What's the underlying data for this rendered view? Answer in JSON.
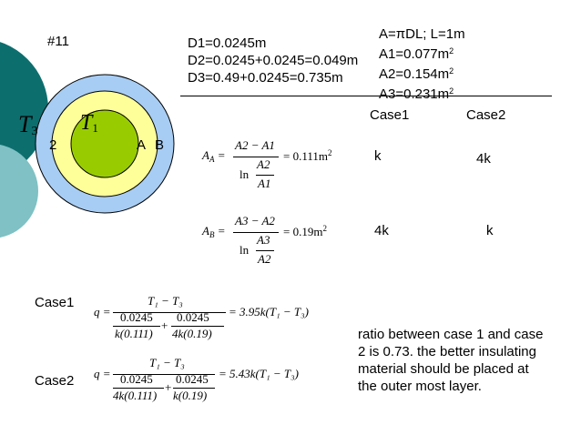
{
  "slide": {
    "number": "#11",
    "diameters": [
      "D1=0.0245m",
      "D2=0.0245+0.0245=0.049m",
      "D3=0.49+0.0245=0.735m"
    ],
    "area_formula_head": "A=πDL; L=1m",
    "areas": [
      {
        "base": "A1=0.077m",
        "sup": "2"
      },
      {
        "base": "A2=0.154m",
        "sup": "2"
      },
      {
        "base": "A3=0.231m",
        "sup": "2"
      }
    ],
    "diagram": {
      "t3_label": "T",
      "t3_sub": "3",
      "t1_label": "T",
      "t1_sub": "1",
      "label_2": "2",
      "label_a": "A",
      "label_b": "B"
    },
    "table": {
      "case1_header": "Case1",
      "case2_header": "Case2",
      "row_a": {
        "case1": "k",
        "case2": "4k"
      },
      "row_b": {
        "case1": "4k",
        "case2": "k"
      }
    },
    "eq_a": {
      "lhs": "A",
      "lhs_sub": "A",
      "num": "A2 − A1",
      "den_ln": "ln",
      "den_num": "A2",
      "den_den": "A1",
      "rhs": "= 0.111m",
      "rhs_sup": "2"
    },
    "eq_b": {
      "lhs": "A",
      "lhs_sub": "B",
      "num": "A3 − A2",
      "den_ln": "ln",
      "den_num": "A3",
      "den_den": "A2",
      "rhs": "= 0.19m",
      "rhs_sup": "2"
    },
    "case1": {
      "label": "Case1",
      "q": "q =",
      "num": "T₁ − T₃",
      "t1": "0.0245",
      "b1": "k(0.111)",
      "plus": "+",
      "t2": "0.0245",
      "b2": "4k(0.19)",
      "rhs": "= 3.95k(T₁ − T₃)"
    },
    "case2": {
      "label": "Case2",
      "q": "q =",
      "num": "T₁ − T₃",
      "t1": "0.0245",
      "b1": "4k(0.111)",
      "plus": "+",
      "t2": "0.0245",
      "b2": "k(0.19)",
      "rhs": "= 5.43k(T₁ − T₃)"
    },
    "conclusion": [
      "ratio between case 1 and case",
      "2 is 0.73. the better insulating",
      "material should be placed at",
      "the outer most layer."
    ],
    "colors": {
      "teal_dark": "#0d6e6e",
      "teal_light": "#7fc1c4",
      "blue": "#a8cdf4",
      "yellow": "#ffff99",
      "green": "#99cc00"
    }
  }
}
